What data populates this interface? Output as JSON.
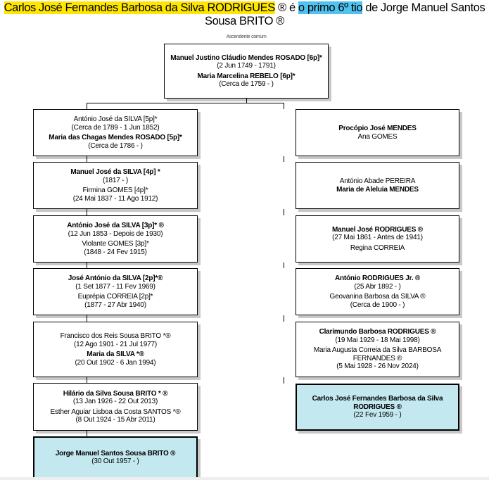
{
  "title": {
    "person_a": "Carlos José Fernandes Barbosa da Silva RODRIGUES",
    "mark_a": " ® é ",
    "relation": "o primo 6º tio",
    "rest": " de Jorge Manuel Santos Sousa BRITO ®"
  },
  "caption": "Ascendente comum",
  "common_ancestor": {
    "lines": [
      {
        "t": "Manuel Justino Cláudio Mendes ROSADO [6p]*",
        "b": true
      },
      {
        "t": "(2 Jun 1749 - 1791)"
      },
      {
        "t": "Maria Marcelina REBELO [6p]*",
        "b": true,
        "g": true
      },
      {
        "t": "(Cerca de 1759 -           )"
      }
    ]
  },
  "left": [
    {
      "lines": [
        {
          "t": "António José da SILVA [5p]*"
        },
        {
          "t": "(Cerca de 1789 - 1 Jun 1852)"
        },
        {
          "t": "Maria das Chagas Mendes ROSADO [5p]*",
          "b": true,
          "g": true
        },
        {
          "t": "(Cerca de 1786 -           )"
        }
      ]
    },
    {
      "lines": [
        {
          "t": "Manuel José da SILVA [4p] *",
          "b": true
        },
        {
          "t": "(1817 -           )"
        },
        {
          "t": "Firmina GOMES [4p]*",
          "g": true
        },
        {
          "t": "(24 Mai 1837 - 11 Ago 1912)"
        }
      ]
    },
    {
      "lines": [
        {
          "t": "António José da SILVA [3p]* ®",
          "b": true
        },
        {
          "t": "(12 Jun 1853 - Depois de 1930)"
        },
        {
          "t": "Violante GOMES [3p]*",
          "g": true
        },
        {
          "t": "(1848 - 24 Fev 1915)"
        }
      ]
    },
    {
      "lines": [
        {
          "t": "José António da SILVA [2p]*®",
          "b": true
        },
        {
          "t": "(1 Set 1877 - 11 Fev 1969)"
        },
        {
          "t": "Euprépia CORREIA [2p]*",
          "g": true
        },
        {
          "t": "(1877 - 27 Abr 1940)"
        }
      ]
    },
    {
      "lines": [
        {
          "t": "Francisco dos Reis Sousa BRITO *®"
        },
        {
          "t": "(12 Ago 1901 - 21 Jul 1977)"
        },
        {
          "t": "Maria da SILVA *®",
          "b": true,
          "g": true
        },
        {
          "t": "(20 Out 1902 - 6 Jan 1994)"
        }
      ]
    },
    {
      "lines": [
        {
          "t": "Hilário da Silva Sousa BRITO * ®",
          "b": true
        },
        {
          "t": "(13 Jan 1926 - 22 Out 2013)"
        },
        {
          "t": "Esther Aguiar Lisboa da Costa SANTOS *®",
          "g": true
        },
        {
          "t": "(8 Out 1924 - 15 Abr 2011)"
        }
      ]
    },
    {
      "lines": [
        {
          "t": "Jorge Manuel Santos Sousa BRITO ®",
          "b": true
        },
        {
          "t": "(30 Out 1957 -           )"
        }
      ],
      "highlight": true
    }
  ],
  "right": [
    {
      "lines": [
        {
          "t": "Procópio José MENDES",
          "b": true
        },
        {
          "t": "Ana GOMES"
        }
      ]
    },
    {
      "lines": [
        {
          "t": "António Abade PEREIRA"
        },
        {
          "t": "Maria de Aleluia MENDES",
          "b": true
        }
      ]
    },
    {
      "lines": [
        {
          "t": "Manuel José RODRIGUES ®",
          "b": true
        },
        {
          "t": "(27 Mai 1861 - Antes de 1941)"
        },
        {
          "t": "Regina CORREIA",
          "g": true
        }
      ]
    },
    {
      "lines": [
        {
          "t": "António RODRIGUES Jr. ®",
          "b": true
        },
        {
          "t": "(25 Abr 1892 -           )"
        },
        {
          "t": "Geovanina Barbosa da SILVA ®",
          "g": true
        },
        {
          "t": "(Cerca de 1900 -           )"
        }
      ]
    },
    {
      "lines": [
        {
          "t": "Clarimundo Barbosa RODRIGUES ®",
          "b": true
        },
        {
          "t": "(19 Mai 1929 - 18 Mai 1998)"
        },
        {
          "t": "Maria Augusta Correia da Silva BARBOSA FERNANDES ®",
          "g": true
        },
        {
          "t": "(5 Mai 1928 - 26 Nov 2024)"
        }
      ]
    },
    {
      "lines": [
        {
          "t": "Carlos José Fernandes Barbosa da Silva RODRIGUES ®",
          "b": true
        },
        {
          "t": "(22 Fev 1959 -           )"
        }
      ],
      "highlight": true
    }
  ]
}
